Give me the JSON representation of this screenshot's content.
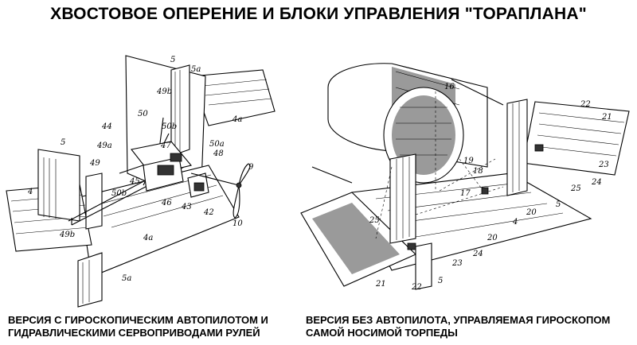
{
  "title": "ХВОСТОВОЕ ОПЕРЕНИЕ И БЛОКИ УПРАВЛЕНИЯ \"ТОРАПЛАНА\"",
  "left_figure": {
    "caption_line1": "ВЕРСИЯ С ГИРОСКОПИЧЕСКИМ АВТОПИЛОТОМ И",
    "caption_line2": "ГИДРАВЛИЧЕСКИМИ СЕРВОПРИВОДАМИ РУЛЕЙ",
    "labels": [
      "5",
      "5a",
      "49b",
      "50",
      "4a",
      "44",
      "50b",
      "47",
      "49a",
      "5",
      "49",
      "50a",
      "48",
      "9",
      "45",
      "50b",
      "46",
      "43",
      "42",
      "4",
      "49b",
      "4a",
      "10",
      "5a"
    ]
  },
  "right_figure": {
    "caption_line1": "ВЕРСИЯ БЕЗ АВТОПИЛОТА, УПРАВЛЯЕМАЯ ГИРОСКОПОМ",
    "caption_line2": "САМОЙ НОСИМОЙ ТОРПЕДЫ",
    "labels": [
      "16",
      "22",
      "21",
      "19",
      "18",
      "25",
      "24",
      "23",
      "17",
      "20",
      "5",
      "4",
      "25",
      "20",
      "24",
      "23",
      "21",
      "22",
      "5"
    ]
  }
}
